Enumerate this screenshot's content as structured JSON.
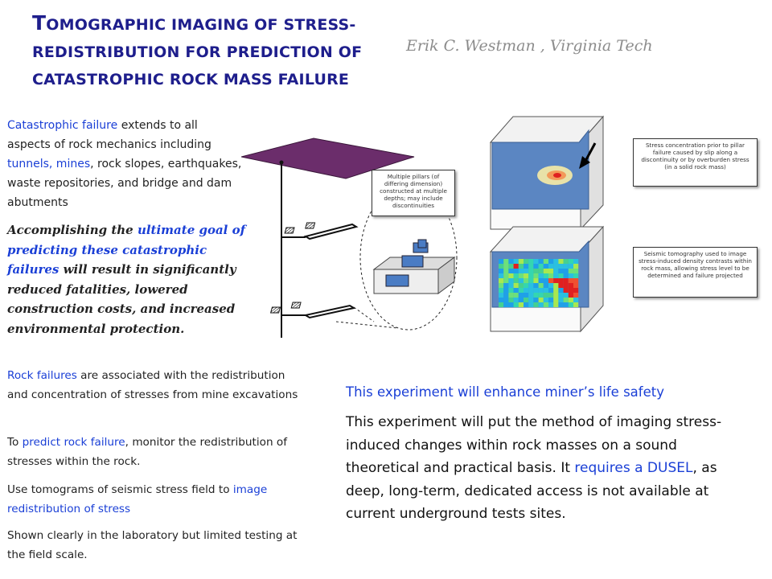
{
  "header": {
    "title_first_letter": "T",
    "title_line1_rest": "omographic imaging of stress-",
    "title_line2": "redistribution for prediction of",
    "title_line3": "catastrophic rock mass failure",
    "author": "Erik C. Westman , Virginia Tech"
  },
  "left": {
    "p1": {
      "a": "Catastrophic failure",
      "b": " extends to all aspects of rock mechanics including ",
      "c": "tunnels, mines",
      "d": ", rock slopes, earthquakes, waste repositories, and bridge and dam abutments"
    },
    "p2": {
      "a": "Accomplishing the ",
      "b": "ultimate goal of predicting these catastrophic failures",
      "c": " will result in significantly reduced fatalities, lowered construction costs, and increased environmental protection."
    },
    "p3": {
      "a": "Rock failures",
      "b": " are associated with the redistribution and concentration of stresses from mine excavations"
    },
    "p4": {
      "a": "To ",
      "b": "predict rock failure",
      "c": ", monitor the redistribution of stresses within the rock."
    },
    "p5": {
      "a": "Use tomograms of seismic stress field to ",
      "b": "image redistribution of stress"
    },
    "p6": "Shown clearly in the laboratory but limited testing at the field scale."
  },
  "right": {
    "enhance": "This experiment will enhance miner’s life safety",
    "body": {
      "a": "This experiment will put the method of imaging stress-induced changes within rock masses on a sound theoretical and practical basis. It ",
      "b": "requires a DUSEL",
      "c": ", as deep, long-term, dedicated access is not available at current underground tests sites."
    }
  },
  "diagram": {
    "note_pillars": "Multiple pillars (of differing dimension) constructed at multiple depths; may include discontinuities",
    "note_stress": "Stress concentration prior to pillar failure caused by slip along a discontinuity or by overburden stress (in a solid rock mass)",
    "note_seismic": "Seismic tomography used to image stress-induced density contrasts within rock mass, allowing stress level to be determined and failure projected",
    "colors": {
      "plane": "#5b86c2",
      "surface": "#6b2d6b",
      "title": "#1e1e8c",
      "accent": "#1a3fd6"
    }
  }
}
